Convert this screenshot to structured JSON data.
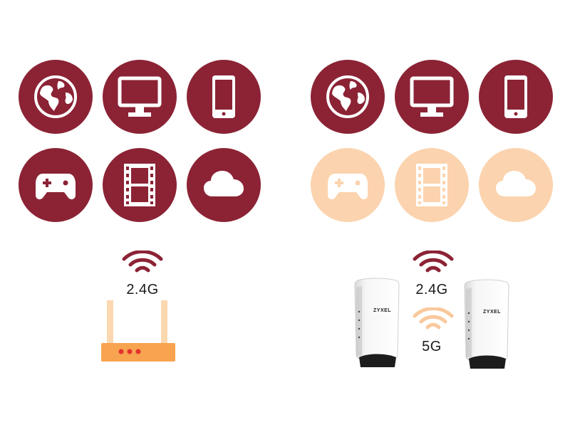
{
  "colors": {
    "active": "#8b2335",
    "inactive": "#fbd3ae",
    "router_orange": "#f7a34f",
    "router_light": "#fbd8b0",
    "router_led": "#e2322d",
    "wifi_dark": "#8b2335",
    "wifi_light": "#f9c89c"
  },
  "left_group": {
    "icons": [
      {
        "icon": "globe-icon",
        "state": "active"
      },
      {
        "icon": "monitor-icon",
        "state": "active"
      },
      {
        "icon": "smartphone-icon",
        "state": "active"
      },
      {
        "icon": "gamepad-icon",
        "state": "active"
      },
      {
        "icon": "film-icon",
        "state": "active"
      },
      {
        "icon": "cloud-icon",
        "state": "active"
      }
    ],
    "band_label": "2.4G"
  },
  "right_group": {
    "icons": [
      {
        "icon": "globe-icon",
        "state": "active"
      },
      {
        "icon": "monitor-icon",
        "state": "active"
      },
      {
        "icon": "smartphone-icon",
        "state": "active"
      },
      {
        "icon": "gamepad-icon",
        "state": "inactive"
      },
      {
        "icon": "film-icon",
        "state": "inactive"
      },
      {
        "icon": "cloud-icon",
        "state": "inactive"
      }
    ],
    "band_label_1": "2.4G",
    "band_label_2": "5G",
    "device_brand": "ZYXEL"
  }
}
